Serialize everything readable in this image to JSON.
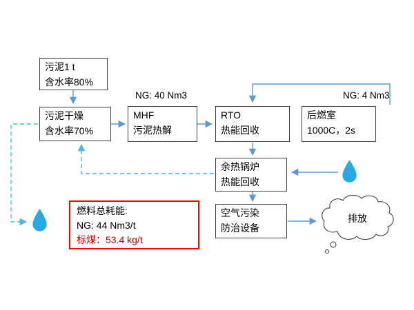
{
  "diagram": {
    "background": "#ffffff",
    "colors": {
      "connector": "#5b9bd5",
      "dashed_connector": "#45b8e8",
      "box_border": "#404040",
      "red_box_border": "#ff0000",
      "red_text": "#c00000",
      "droplet": "#29a9e1",
      "text": "#000000"
    },
    "boxes": {
      "sludge_input": {
        "line1": "污泥1 t",
        "line2": "含水率80%"
      },
      "drying": {
        "line1": "污泥干燥",
        "line2": "含水率70%"
      },
      "mhf": {
        "line1": "MHF",
        "line2": "污泥热解"
      },
      "rto": {
        "line1": "RTO",
        "line2": "热能回收"
      },
      "afterburner": {
        "line1": "后燃室",
        "line2": "1000C，2s"
      },
      "boiler": {
        "line1": "余热锅炉",
        "line2": "热能回收"
      },
      "apc": {
        "line1": "空气污染",
        "line2": "防治设备"
      }
    },
    "labels": {
      "ng_mhf": "NG: 40 Nm3",
      "ng_afterburner": "NG: 4 Nm3"
    },
    "fuel_summary": {
      "line1": "燃料总耗能:",
      "line2": "NG: 44 Nm3/t",
      "line3": "标煤：53.4 kg/t"
    },
    "cloud": {
      "label": "排放"
    }
  }
}
